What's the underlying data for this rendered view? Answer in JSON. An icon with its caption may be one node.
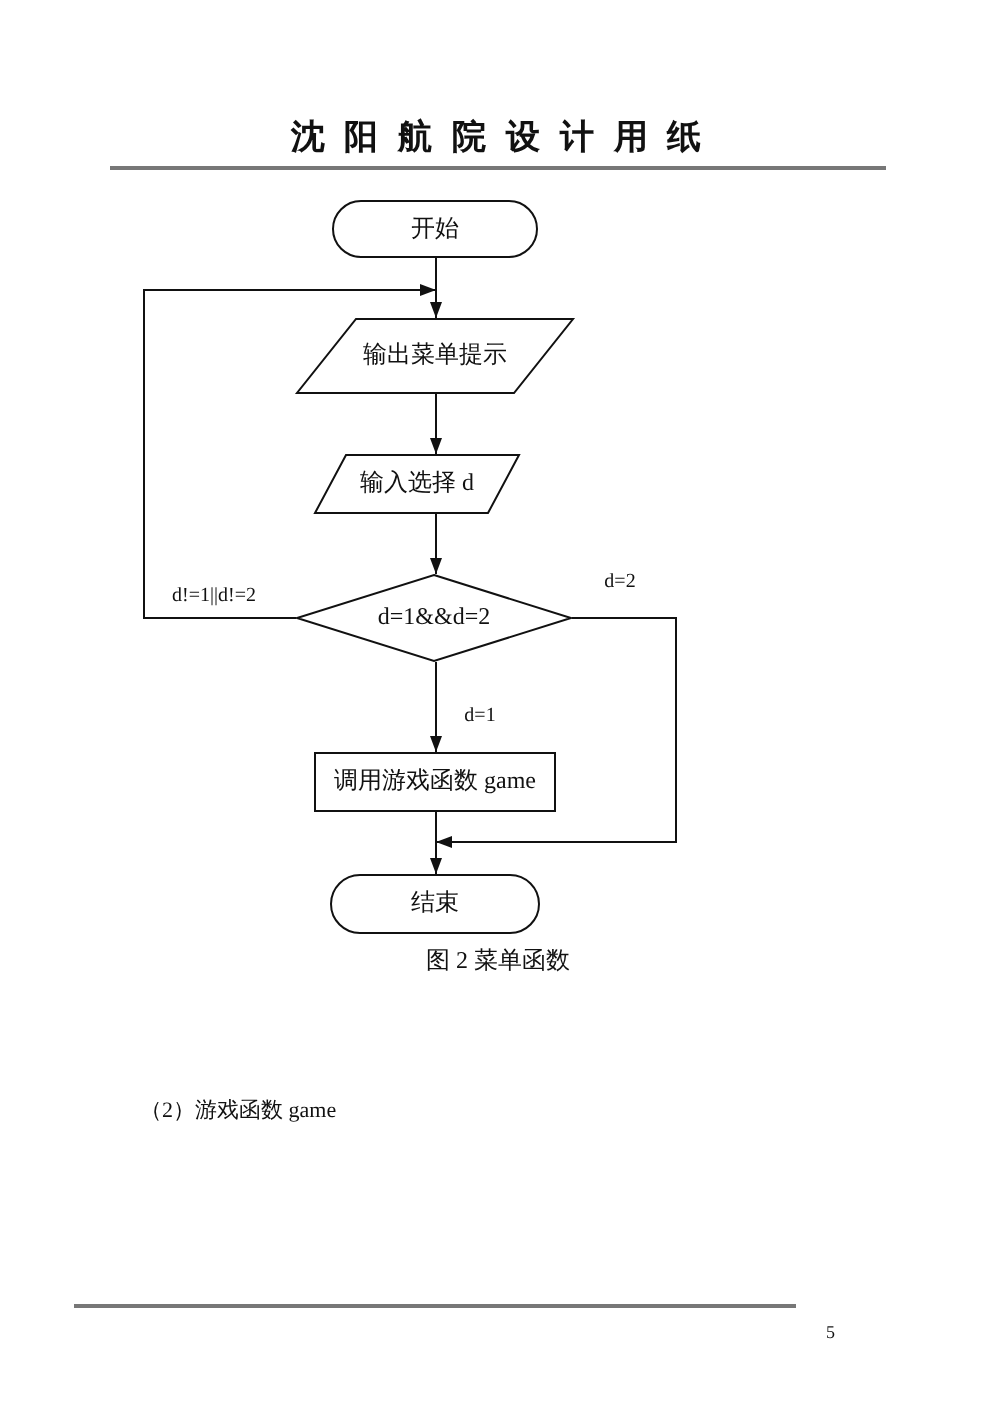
{
  "diagram": {
    "title": "沈 阳 航 院 设 计 用 纸",
    "caption": "图 2 菜单函数",
    "nodes": [
      {
        "text": [
          "开始"
        ]
      },
      {
        "text": [
          "输出菜单提示"
        ]
      },
      {
        "text": [
          "输入选择 d"
        ]
      },
      {
        "text": [
          "d=1&&d=2"
        ]
      },
      {
        "text": [
          "调用游戏函数 game"
        ]
      },
      {
        "text": [
          "结束"
        ]
      }
    ],
    "edges": [
      {
        "from": 0,
        "to": 1,
        "arrow": "to"
      },
      {
        "from": 1,
        "to": 2,
        "arrow": "to"
      },
      {
        "from": 2,
        "to": 3,
        "arrow": "to"
      },
      {
        "from": 3,
        "to": 1,
        "arrow": "to",
        "label": "d!=1||d!=2"
      },
      {
        "from": 3,
        "to": 4,
        "arrow": "to",
        "label": "d=1"
      },
      {
        "from": 3,
        "to": 5,
        "arrow": "to",
        "label": "d=2"
      },
      {
        "from": 4,
        "to": 5,
        "arrow": "to"
      }
    ],
    "labels": [
      "（2）游戏函数 game",
      "5"
    ]
  }
}
